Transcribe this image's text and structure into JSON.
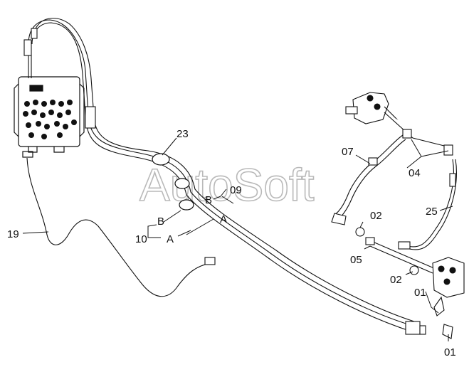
{
  "watermark": "AutoSoft",
  "callouts": {
    "c23": "23",
    "c09": "09",
    "cB1": "B",
    "cA1": "A",
    "cB2": "B",
    "cA2": "A",
    "c10": "10",
    "c19": "19",
    "c07": "07",
    "c04": "04",
    "c25": "25",
    "c02a": "02",
    "c05": "05",
    "c02b": "02",
    "c01a": "01",
    "c01b": "01"
  }
}
